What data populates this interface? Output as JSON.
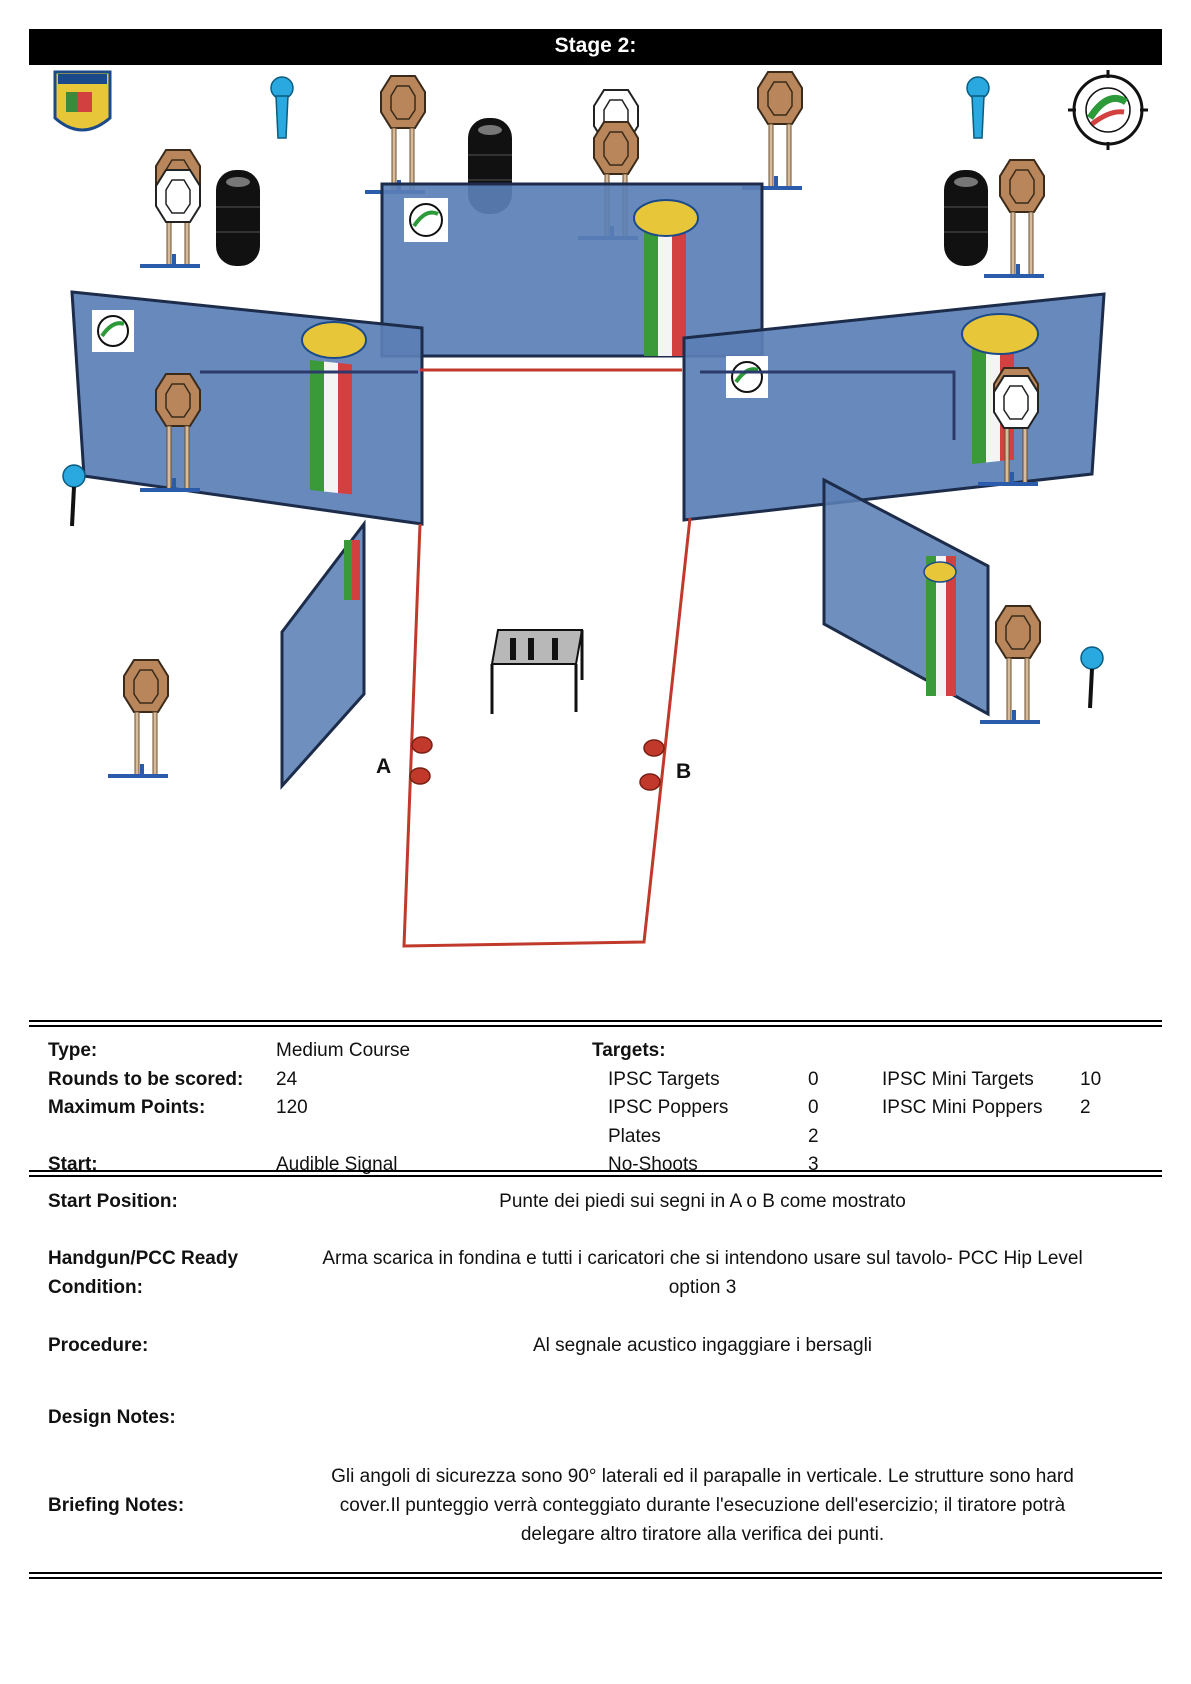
{
  "title": "Stage 2:",
  "diagram": {
    "start_label_a": "A",
    "start_label_b": "B",
    "colors": {
      "wall": "#5b7fb5",
      "fault_line": "#c0392b",
      "target": "#b8865a",
      "popper": "#29a9e0",
      "stand": "#2a5cab"
    }
  },
  "info": {
    "type_label": "Type:",
    "type_value": "Medium Course",
    "rounds_label": "Rounds to be scored:",
    "rounds_value": "24",
    "max_label": "Maximum Points:",
    "max_value": "120",
    "start_label": "Start:",
    "start_value": "Audible Signal",
    "targets_label": "Targets:",
    "targets": [
      {
        "name": "IPSC Targets",
        "count": "0"
      },
      {
        "name": "IPSC Poppers",
        "count": "0"
      },
      {
        "name": "Plates",
        "count": "2"
      },
      {
        "name": "No-Shoots",
        "count": "3"
      }
    ],
    "mini_targets": [
      {
        "name": "IPSC Mini Targets",
        "count": "10"
      },
      {
        "name": "IPSC Mini Poppers",
        "count": "2"
      }
    ]
  },
  "details": {
    "start_position": {
      "label": "Start Position:",
      "value": "Punte dei piedi sui segni in A o B come mostrato"
    },
    "ready_condition": {
      "label_line1": "Handgun/PCC Ready",
      "label_line2": "Condition:",
      "value_line1": "Arma scarica in fondina e tutti i caricatori che si intendono usare sul tavolo- PCC Hip Level",
      "value_line2": "option 3"
    },
    "procedure": {
      "label": "Procedure:",
      "value": "Al segnale acustico ingaggiare i bersagli"
    },
    "design_notes": {
      "label": "Design Notes:",
      "value": ""
    },
    "briefing_notes": {
      "label": "Briefing Notes:",
      "value_line1": "Gli angoli di sicurezza sono 90° laterali ed il parapalle in verticale. Le strutture sono hard",
      "value_line2": "cover.Il punteggio verrà conteggiato durante l'esecuzione dell'esercizio; il tiratore potrà",
      "value_line3": "delegare altro tiratore alla verifica  dei punti."
    }
  }
}
